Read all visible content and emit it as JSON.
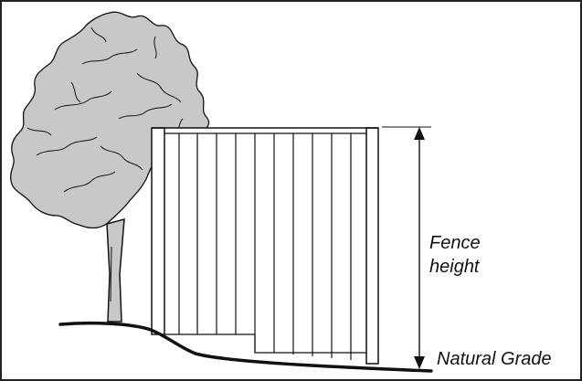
{
  "diagram": {
    "labels": {
      "fence_line1": "Fence",
      "fence_line2": "height",
      "natural_grade": "Natural Grade"
    },
    "colors": {
      "foliage": "#c8c8c8",
      "outline": "#111111",
      "background": "#ffffff"
    },
    "icons": {
      "tree": "tree-icon",
      "arrow": "double-arrow-icon"
    }
  }
}
